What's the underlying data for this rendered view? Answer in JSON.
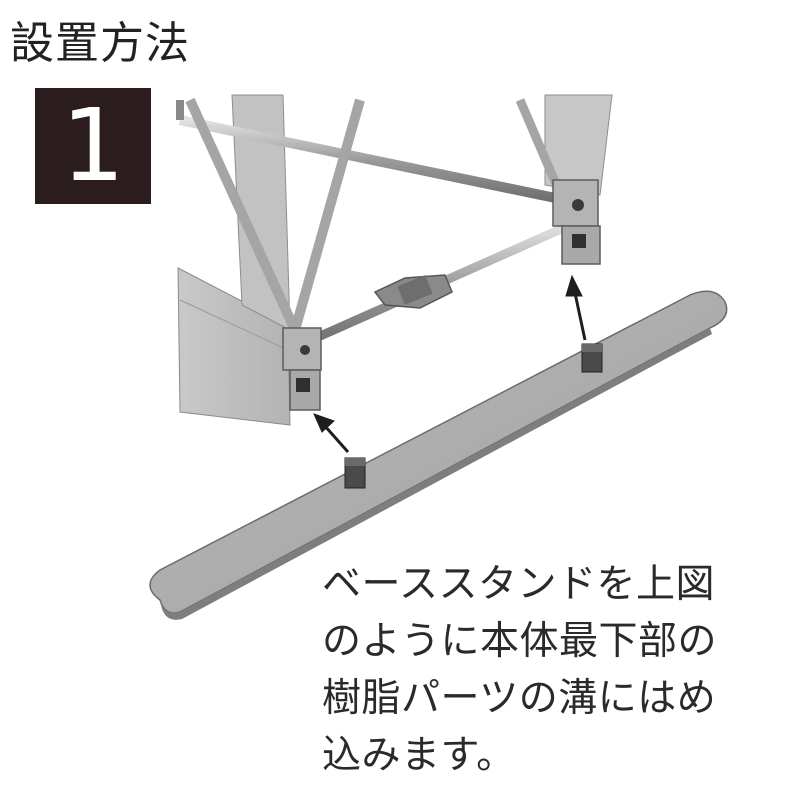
{
  "header": {
    "title": "設置方法",
    "step_number": "1"
  },
  "illustration": {
    "subject": "base-stand-attachment"
  },
  "caption": {
    "lines": [
      "ベーススタンドを上図",
      "のように本体最下部の",
      "樹脂パーツの溝にはめ",
      "込みます。"
    ]
  },
  "colors": {
    "badge_bg": "#2b1d1d",
    "badge_fg": "#ffffff",
    "text": "#2a2a2a",
    "metal": "#9a9a9a",
    "base": "#a8a8a8"
  }
}
